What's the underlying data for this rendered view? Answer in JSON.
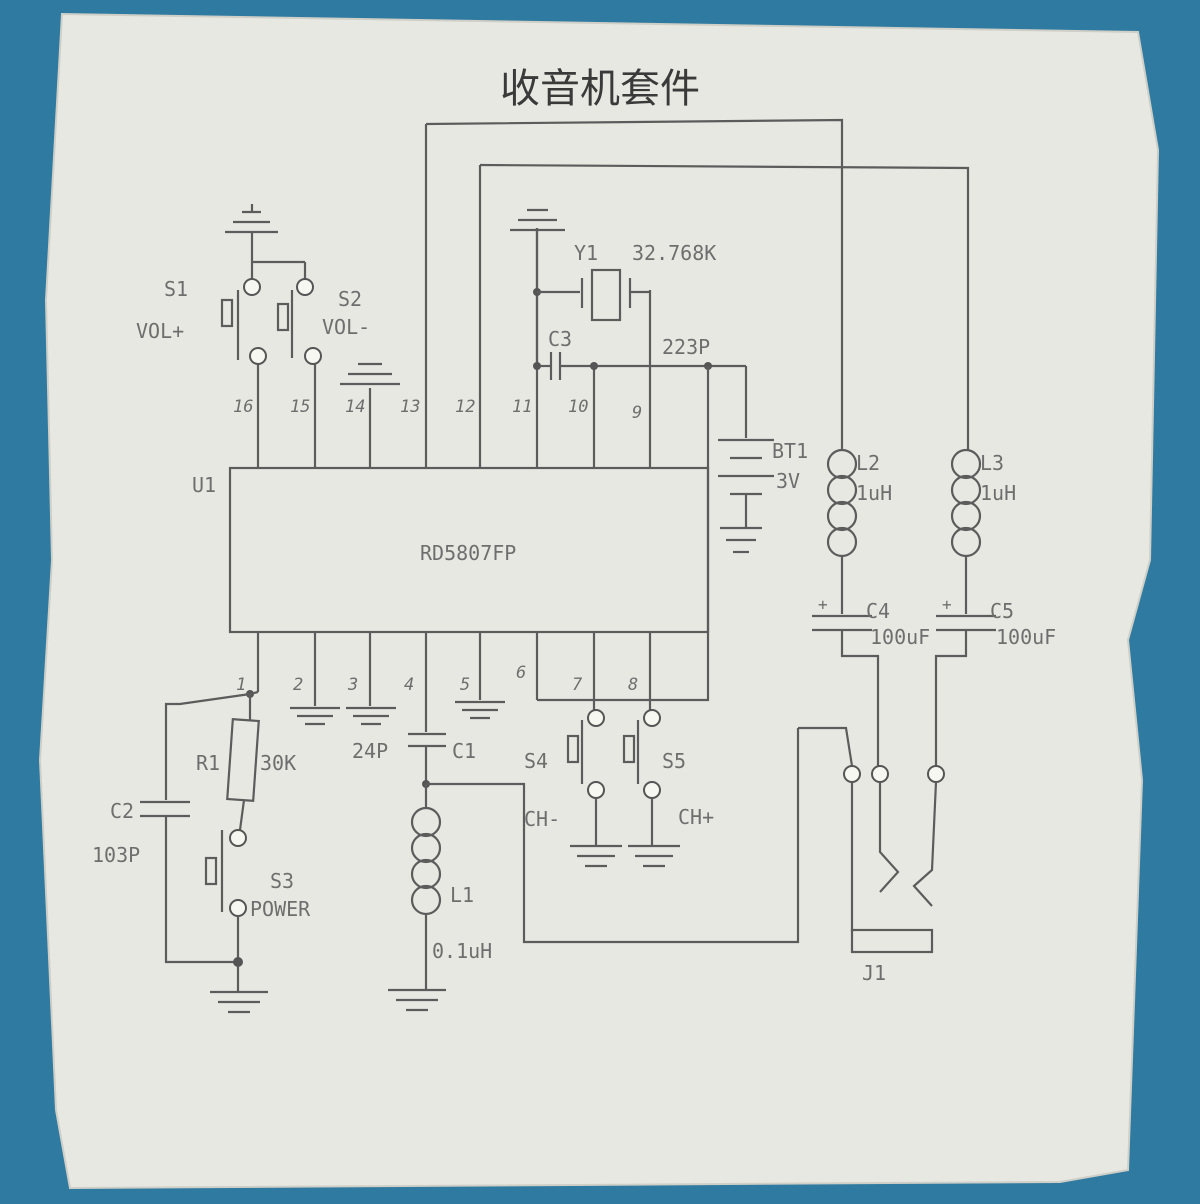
{
  "title": "收音机套件",
  "ic": {
    "ref": "U1",
    "part": "RD5807FP",
    "top_pins": [
      "16",
      "15",
      "14",
      "13",
      "12",
      "11",
      "10",
      "9"
    ],
    "bottom_pins": [
      "1",
      "2",
      "3",
      "4",
      "5",
      "6",
      "7",
      "8"
    ]
  },
  "components": {
    "S1": {
      "ref": "S1",
      "label": "VOL+"
    },
    "S2": {
      "ref": "S2",
      "label": "VOL-"
    },
    "S3": {
      "ref": "S3",
      "label": "POWER"
    },
    "S4": {
      "ref": "S4",
      "label": "CH-"
    },
    "S5": {
      "ref": "S5",
      "label": "CH+"
    },
    "Y1": {
      "ref": "Y1",
      "value": "32.768K"
    },
    "C3": {
      "ref": "C3",
      "value": "223P"
    },
    "BT1": {
      "ref": "BT1",
      "value": "3V"
    },
    "L2": {
      "ref": "L2",
      "value": "1uH"
    },
    "L3": {
      "ref": "L3",
      "value": "1uH"
    },
    "C4": {
      "ref": "C4",
      "value": "100uF"
    },
    "C5": {
      "ref": "C5",
      "value": "100uF"
    },
    "R1": {
      "ref": "R1",
      "value": "30K"
    },
    "C2": {
      "ref": "C2",
      "value": "103P"
    },
    "C1": {
      "ref": "C1",
      "value": "24P"
    },
    "L1": {
      "ref": "L1",
      "value": "0.1uH"
    },
    "J1": {
      "ref": "J1"
    }
  }
}
